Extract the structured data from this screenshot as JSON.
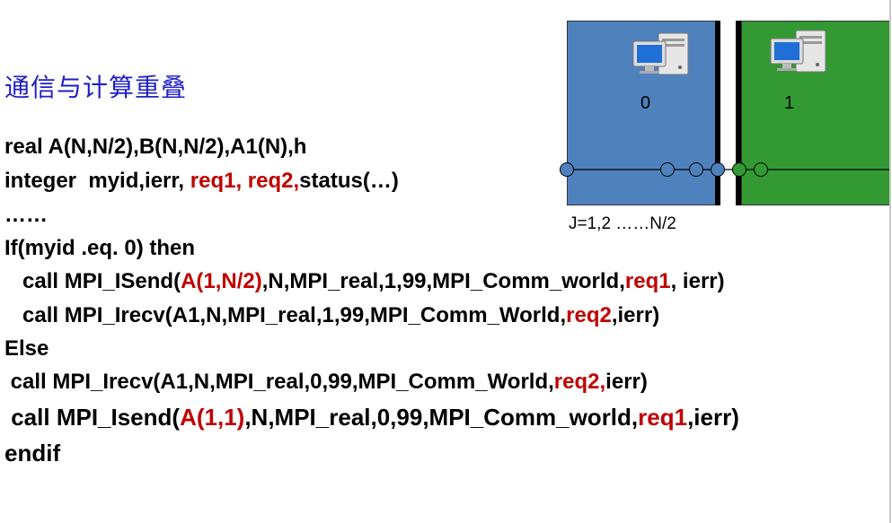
{
  "title": "通信与计算重叠",
  "code": {
    "l1": "real A(N,N/2),B(N,N/2),A1(N),h",
    "l2a": "integer  myid,ierr, ",
    "l2b": "req1, req2,",
    "l2c": "status(…)",
    "l3": "……",
    "l4": "If(myid .eq. 0) then",
    "l5a": "   call MPI_ISend(",
    "l5b": "A(1,N/2)",
    "l5c": ",N,MPI_real,1,99,MPI_Comm_world,",
    "l5d": "req1",
    "l5e": ", ierr)",
    "l6a": "   call MPI_Irecv(A1,N,MPI_real,1,99,MPI_Comm_World,",
    "l6b": "req2",
    "l6c": ",ierr)",
    "l7": "Else",
    "l8a": " call MPI_Irecv(A1,N,MPI_real,0,99,MPI_Comm_World,",
    "l8b": "req2,",
    "l8c": "ierr)",
    "l9a": " call MPI_Isend(",
    "l9b": "A(1,1)",
    "l9c": ",N,MPI_real,0,99,MPI_Comm_world,",
    "l9d": "req1",
    "l9e": ",ierr)",
    "l10": "endif"
  },
  "diagram": {
    "rank0": "0",
    "rank1": "1",
    "jlabel": "J=1,2 ……N/2",
    "colors": {
      "rank0": "#4f81bd",
      "rank1": "#339933",
      "highlight": "#c00000"
    },
    "icons": [
      "computer-icon",
      "computer-icon"
    ]
  }
}
